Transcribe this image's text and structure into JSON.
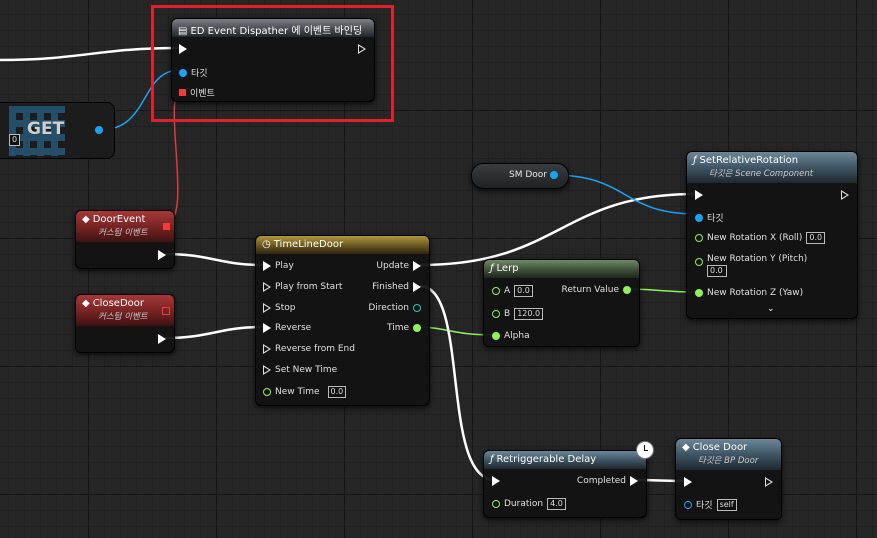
{
  "get_node": {
    "label": "GET",
    "index_value": "0"
  },
  "bind_node": {
    "title": "ED Event Dispather 에 이벤트 바인딩",
    "target_label": "타깃",
    "event_label": "이벤트"
  },
  "door_event": {
    "title": "DoorEvent",
    "subtitle": "커스텀 이벤트"
  },
  "close_door_event": {
    "title": "CloseDoor",
    "subtitle": "커스텀 이벤트"
  },
  "timeline": {
    "title": "TimeLineDoor",
    "inputs": [
      "Play",
      "Play from Start",
      "Stop",
      "Reverse",
      "Reverse from End",
      "Set New Time"
    ],
    "new_time_label": "New Time",
    "new_time_value": "0.0",
    "outputs": {
      "update": "Update",
      "finished": "Finished",
      "direction": "Direction",
      "time": "Time"
    }
  },
  "sm_door": {
    "label": "SM Door"
  },
  "set_rotation": {
    "title": "SetRelativeRotation",
    "subtitle": "타깃은 Scene Component",
    "target_label": "타깃",
    "rot_x_label": "New Rotation X (Roll)",
    "rot_x_value": "0.0",
    "rot_y_label": "New Rotation Y (Pitch)",
    "rot_y_value": "0.0",
    "rot_z_label": "New Rotation Z (Yaw)"
  },
  "lerp": {
    "title": "Lerp",
    "a_label": "A",
    "a_value": "0.0",
    "b_label": "B",
    "b_value": "120.0",
    "alpha_label": "Alpha",
    "return_label": "Return Value"
  },
  "delay": {
    "title": "Retriggerable Delay",
    "completed_label": "Completed",
    "duration_label": "Duration",
    "duration_value": "4.0"
  },
  "close_door_fn": {
    "title": "Close Door",
    "subtitle": "타깃은 BP Door",
    "target_label": "타깃",
    "target_value": "self"
  },
  "icons": {
    "function": "f",
    "event": "diamond",
    "timeline": "clock",
    "dispatcher": "bind"
  },
  "colors": {
    "exec": "#ffffff",
    "float": "#8ff25a",
    "object": "#19a3f5",
    "delegate": "#f03b3b",
    "highlight": "#e0202a"
  }
}
